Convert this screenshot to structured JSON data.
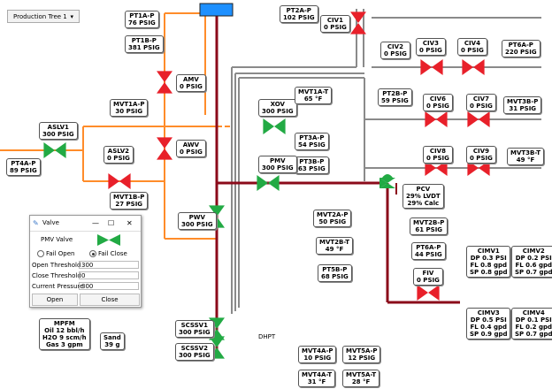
{
  "tree_selector": {
    "label": "Production Tree 1",
    "arrow": "▾"
  },
  "tags": {
    "pt1a": {
      "name": "PT1A-P",
      "value": "76 PSIG"
    },
    "pt1b": {
      "name": "PT1B-P",
      "value": "381 PSIG"
    },
    "amv": {
      "name": "AMV",
      "value": "0 PSIG"
    },
    "awv": {
      "name": "AWV",
      "value": "0 PSIG"
    },
    "pt2a": {
      "name": "PT2A-P",
      "value": "102 PSIG"
    },
    "civ1": {
      "name": "CIV1",
      "value": "0 PSIG"
    },
    "civ2": {
      "name": "CIV2",
      "value": "0 PSIG"
    },
    "civ3": {
      "name": "CIV3",
      "value": "0 PSIG"
    },
    "civ4": {
      "name": "CIV4",
      "value": "0 PSIG"
    },
    "pt6a": {
      "name": "PT6A-P",
      "value": "220 PSIG"
    },
    "pt2b": {
      "name": "PT2B-P",
      "value": "59 PSIG"
    },
    "civ6": {
      "name": "CIV6",
      "value": "0 PSIG"
    },
    "civ7": {
      "name": "CIV7",
      "value": "0 PSIG"
    },
    "mvt3bp": {
      "name": "MVT3B-P",
      "value": "31 PSIG"
    },
    "mvt1ap": {
      "name": "MVT1A-P",
      "value": "30 PSIG"
    },
    "aslv1": {
      "name": "ASLV1",
      "value": "300 PSIG"
    },
    "aslv2": {
      "name": "ASLV2",
      "value": "0 PSIG"
    },
    "pt4a": {
      "name": "PT4A-P",
      "value": "89 PSIG"
    },
    "xov": {
      "name": "XOV",
      "value": "300 PSIG"
    },
    "mvt1at": {
      "name": "MVT1A-T",
      "value": "65 °F"
    },
    "pt3a": {
      "name": "PT3A-P",
      "value": "54 PSIG"
    },
    "pt3b": {
      "name": "PT3B-P",
      "value": "63 PSIG"
    },
    "pmv": {
      "name": "PMV",
      "value": "300 PSIG"
    },
    "civ8": {
      "name": "CIV8",
      "value": "0 PSIG"
    },
    "civ9": {
      "name": "CIV9",
      "value": "0 PSIG"
    },
    "mvt3bt": {
      "name": "MVT3B-T",
      "value": "49 °F"
    },
    "mvt1bp": {
      "name": "MVT1B-P",
      "value": "27 PSIG"
    },
    "pwv": {
      "name": "PWV",
      "value": "300 PSIG"
    },
    "mvt2ap": {
      "name": "MVT2A-P",
      "value": "50 PSIG"
    },
    "mvt2bp": {
      "name": "MVT2B-P",
      "value": "61 PSIG"
    },
    "mvt2bt": {
      "name": "MVT2B-T",
      "value": "49 °F"
    },
    "pt6ap2": {
      "name": "PT6A-P",
      "value": "44 PSIG"
    },
    "pt5b": {
      "name": "PT5B-P",
      "value": "68 PSIG"
    },
    "fiv": {
      "name": "FIV",
      "value": "0 PSIG"
    },
    "scssv1": {
      "name": "SCSSV1",
      "value": "300 PSIG"
    },
    "scssv2": {
      "name": "SCSSV2",
      "value": "300 PSIG"
    },
    "mvt4ap": {
      "name": "MVT4A-P",
      "value": "10 PSIG"
    },
    "mvt5ap": {
      "name": "MVT5A-P",
      "value": "12 PSIG"
    },
    "mvt4at": {
      "name": "MVT4A-T",
      "value": "31 °F"
    },
    "mvt5at": {
      "name": "MVT5A-T",
      "value": "28 °F"
    },
    "sand": {
      "name": "Sand",
      "value": "39 g"
    }
  },
  "pcv": {
    "name": "PCV",
    "l1": "29% LVDT",
    "l2": "29% Calc"
  },
  "mpfm": {
    "name": "MPFM",
    "l1": "Oil 12 bbl/h",
    "l2": "H2O 9 scm/h",
    "l3": "Gas 3 gpm"
  },
  "cimv": [
    {
      "name": "CIMV1",
      "l1": "DP  0.3 PSI",
      "l2": "FL 0.8 gpd",
      "l3": "SP 0.8 gpd"
    },
    {
      "name": "CIMV2",
      "l1": "DP  0.2 PSI",
      "l2": "FL 0.6 gpd",
      "l3": "SP 0.7 gpd"
    },
    {
      "name": "CIMV3",
      "l1": "DP  0.5 PSI",
      "l2": "FL 0.4 gpd",
      "l3": "SP 0.9 gpd"
    },
    {
      "name": "CIMV4",
      "l1": "DP  0.1 PSI",
      "l2": "FL 0.2 gpd",
      "l3": "SP 0.7 gpd"
    }
  ],
  "dhpt_label": "DHPT",
  "valve_dialog": {
    "title": "Valve",
    "minimize": "—",
    "maximize": "☐",
    "close": "✕",
    "valve_name": "PMV Valve",
    "fail_open": "Fail Open",
    "fail_close": "Fail Close",
    "selected_mode": "fail_close",
    "open_threshold_label": "Open Threshold",
    "open_threshold_value": "300",
    "close_threshold_label": "Close Threshold",
    "close_threshold_value": "0",
    "current_pressure_label": "Current Pressure",
    "current_pressure_value": "300",
    "open_button": "Open",
    "close_button": "Close"
  },
  "colors": {
    "valve_open": "#22aa44",
    "valve_closed": "#e8202a",
    "production_line": "#8b0a1a",
    "gas_line": "#ff8c2a",
    "injection_line": "#888888",
    "wellhead": "#1e90ff"
  }
}
